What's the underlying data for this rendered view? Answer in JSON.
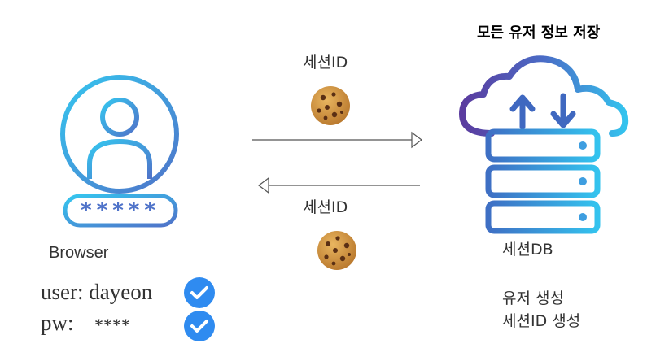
{
  "diagram": {
    "db_title": "모든 유저 정보 저장",
    "request_label": "세션ID",
    "response_label": "세션ID",
    "browser_label": "Browser",
    "password_mask": "*****",
    "credentials": {
      "user_line": "user: dayeon",
      "pw_label": "pw:",
      "pw_value": "****"
    },
    "db_label": "세션DB",
    "server_steps": [
      "유저 생성",
      "세션ID 생성"
    ],
    "icons": {
      "user": "user-avatar-icon",
      "password": "password-field-icon",
      "cookie": "cookie-icon",
      "database": "cloud-database-icon",
      "check": "check-circle-icon"
    },
    "colors": {
      "gradient_start": "#34c3ee",
      "gradient_end": "#5a3fa0",
      "check": "#2f8bf0",
      "cookie": "#c98a3a"
    }
  }
}
